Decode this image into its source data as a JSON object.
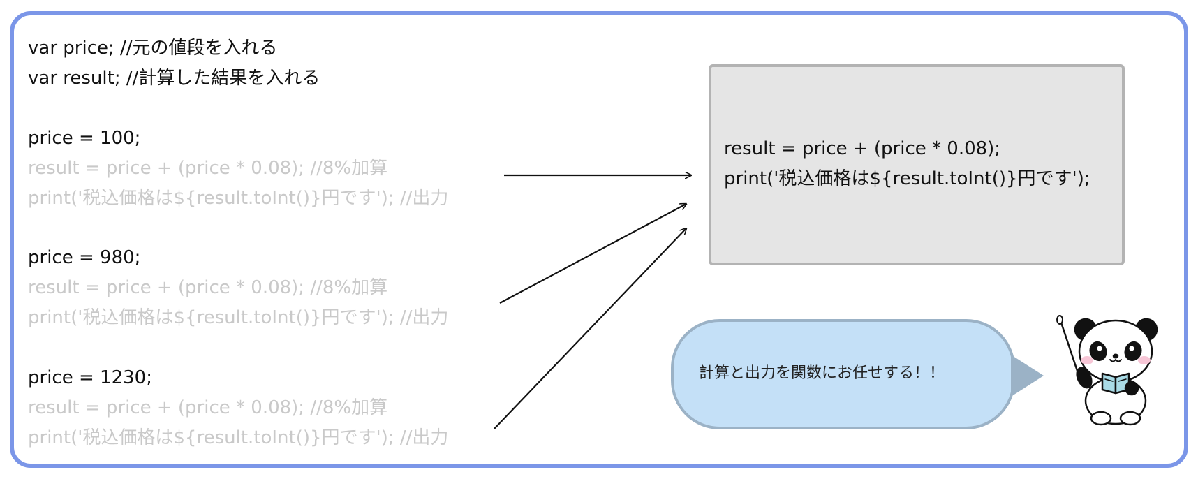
{
  "code_lines": {
    "var_price": "var price;  //元の値段を入れる",
    "var_result": "var result; //計算した結果を入れる",
    "block1": {
      "price": "price = 100;",
      "calc": "result = price + (price * 0.08); //8%加算",
      "print": "print('税込価格は${result.toInt()}円です'); //出力"
    },
    "block2": {
      "price": "price = 980;",
      "calc": "result = price + (price * 0.08); //8%加算",
      "print": "print('税込価格は${result.toInt()}円です'); //出力"
    },
    "block3": {
      "price": "price = 1230;",
      "calc": "result = price + (price * 0.08); //8%加算",
      "print": "print('税込価格は${result.toInt()}円です'); //出力"
    }
  },
  "function_box": {
    "line1": "result = price + (price * 0.08);",
    "line2": "print('税込価格は${result.toInt()}円です');"
  },
  "speech_bubble": {
    "text": "計算と出力を関数にお任せする！！"
  },
  "colors": {
    "frame": "#7b96e8",
    "faded_text": "#c9c9c9",
    "box_fill": "#e5e5e5",
    "bubble_fill": "#c4e0f7"
  },
  "icons": [
    "panda-teacher-icon",
    "arrow-icon"
  ]
}
